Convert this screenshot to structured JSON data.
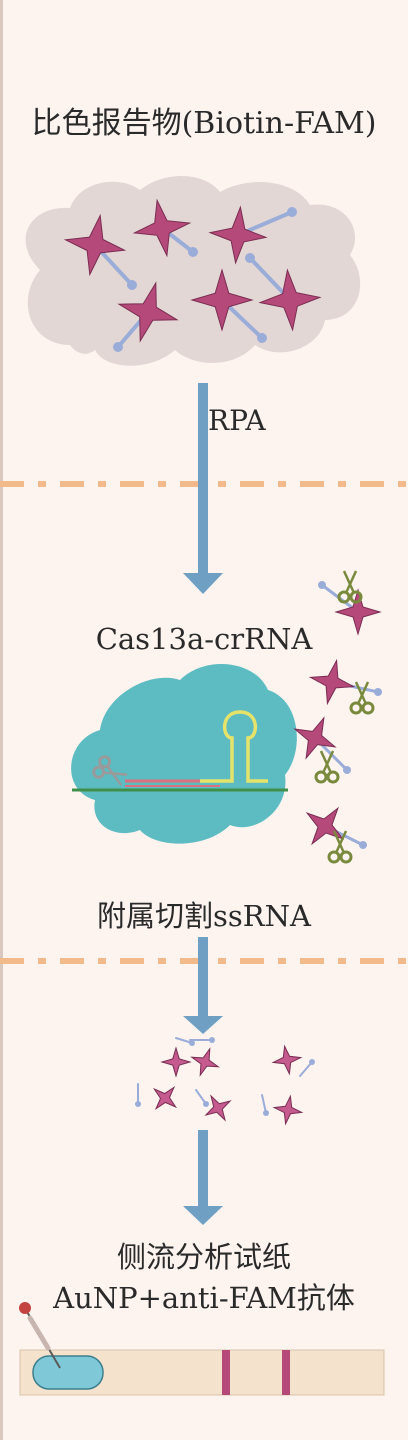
{
  "labels": {
    "reporter_title": "比色报告物(Biotin-FAM)",
    "rpa": "RPA",
    "cas13": "Cas13a-crRNA",
    "collateral": "附属切割ssRNA",
    "lfa_line1": "侧流分析试纸",
    "lfa_line2": "AuNP+anti-FAM抗体"
  },
  "colors": {
    "background": "#fdf4f0",
    "cloud": "#e3d7d5",
    "star": "#b5497a",
    "star_light": "#c45a8d",
    "tether": "#9aacd8",
    "arrow": "#6fa0c4",
    "divider": "#f2b98a",
    "protein": "#5dbcc2",
    "crRNA_loop": "#e6e36a",
    "target_strand": "#d9707e",
    "dna_line": "#3f8f4a",
    "scissors": "#7a8a3d",
    "strip": "#f4e2cc",
    "sample_pad": "#7ec8d8",
    "test_line": "#b5497a"
  },
  "icons": [
    "star-icon",
    "scissors-icon",
    "dropper-icon",
    "arrow-down-icon"
  ]
}
